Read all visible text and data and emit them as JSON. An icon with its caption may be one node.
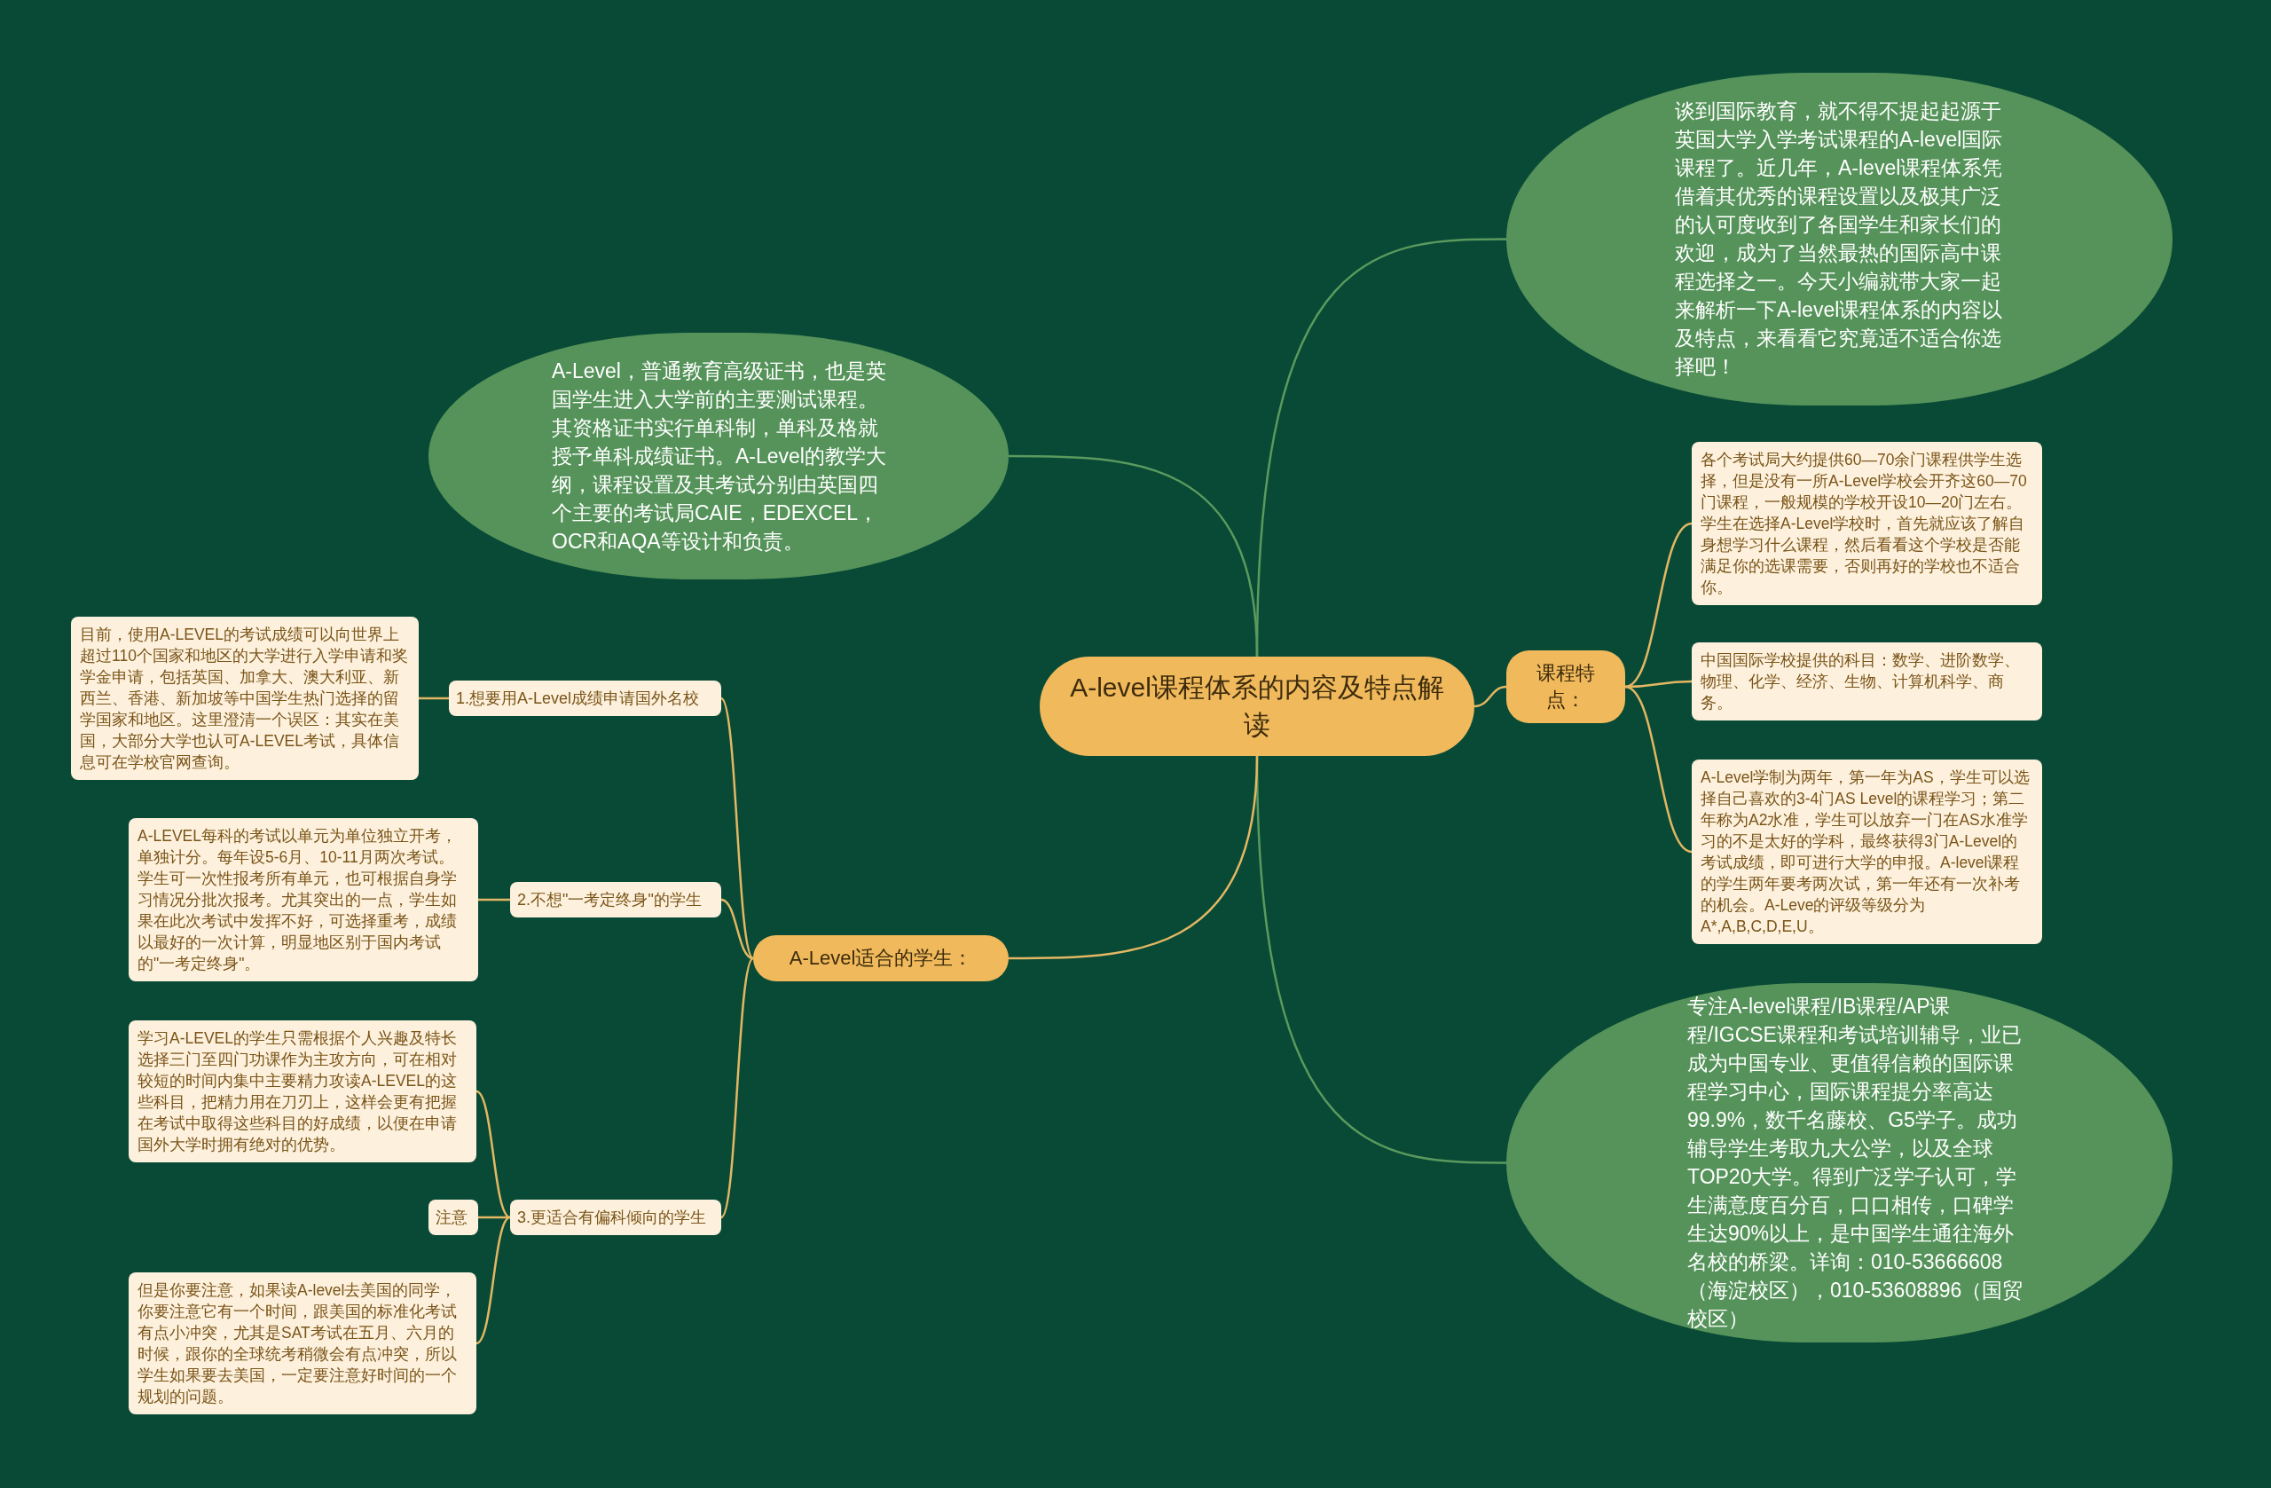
{
  "diagram": {
    "nodes": [
      {
        "text": [
          "A-level课程体系的内容及特点解读"
        ]
      },
      {
        "text": [
          "谈到国际教育，就不得不提起起源于英国大学入学考试课程的A-level国际课程了。近几年，A-level课程体系凭借着其优秀的课程设置以及极其广泛的认可度收到了各国学生和家长们的欢迎，成为了当然最热的国际高中课程选择之一。今天小编就带大家一起来解析一下A-level课程体系的内容以及特点，来看看它究竟适不适合你选择吧！"
        ]
      },
      {
        "text": [
          "课程特点："
        ]
      },
      {
        "text": [
          "各个考试局大约提供60—70余门课程供学生选择，但是没有一所A-Level学校会开齐这60—70门课程，一般规模的学校开设10—20门左右。学生在选择A-Level学校时，首先就应该了解自身想学习什么课程，然后看看这个学校是否能满足你的选课需要，否则再好的学校也不适合你。"
        ]
      },
      {
        "text": [
          "中国国际学校提供的科目：数学、进阶数学、物理、化学、经济、生物、计算机科学、商务。"
        ]
      },
      {
        "text": [
          "A-Level学制为两年，第一年为AS，学生可以选择自己喜欢的3-4门AS Level的课程学习；第二年称为A2水准，学生可以放弃一门在AS水准学习的不是太好的学科，最终获得3门A-Level的考试成绩，即可进行大学的申报。A-level课程的学生两年要考两次试，第一年还有一次补考的机会。A-Leve的评级等级分为A*,A,B,C,D,E,U。"
        ]
      },
      {
        "text": [
          "专注A-level课程/IB课程/AP课程/IGCSE课程和考试培训辅导，业已成为中国专业、更值得信赖的国际课程学习中心，国际课程提分率高达99.9%，数千名藤校、G5学子。成功辅导学生考取九大公学，以及全球TOP20大学。得到广泛学子认可，学生满意度百分百，口口相传，口碑学生达90%以上，是中国学生通往海外名校的桥梁。详询：010-53666608（海淀校区），010-53608896（国贸校区）"
        ]
      },
      {
        "text": [
          "A-Level，普通教育高级证书，也是英国学生进入大学前的主要测试课程。其资格证书实行单科制，单科及格就授予单科成绩证书。A-Level的教学大纲，课程设置及其考试分别由英国四个主要的考试局CAIE，EDEXCEL，OCR和AQA等设计和负责。"
        ]
      },
      {
        "text": [
          "A-Level适合的学生："
        ]
      },
      {
        "text": [
          "1.想要用A-Level成绩申请国外名校"
        ]
      },
      {
        "text": [
          "目前，使用A-LEVEL的考试成绩可以向世界上超过110个国家和地区的大学进行入学申请和奖学金申请，包括英国、加拿大、澳大利亚、新西兰、香港、新加坡等中国学生热门选择的留学国家和地区。这里澄清一个误区：其实在美国，大部分大学也认可A-LEVEL考试，具体信息可在学校官网查询。"
        ]
      },
      {
        "text": [
          "2.不想\"一考定终身\"的学生"
        ]
      },
      {
        "text": [
          "A-LEVEL每科的考试以单元为单位独立开考，单独计分。每年设5-6月、10-11月两次考试。学生可一次性报考所有单元，也可根据自身学习情况分批次报考。尤其突出的一点，学生如果在此次考试中发挥不好，可选择重考，成绩以最好的一次计算，明显地区别于国内考试的\"一考定终身\"。"
        ]
      },
      {
        "text": [
          "3.更适合有偏科倾向的学生"
        ]
      },
      {
        "text": [
          "学习A-LEVEL的学生只需根据个人兴趣及特长选择三门至四门功课作为主攻方向，可在相对较短的时间内集中主要精力攻读A-LEVEL的这些科目，把精力用在刀刃上，这样会更有把握在考试中取得这些科目的好成绩，以便在申请国外大学时拥有绝对的优势。"
        ]
      },
      {
        "text": [
          "注意"
        ]
      },
      {
        "text": [
          "但是你要注意，如果读A-level去美国的同学，你要注意它有一个时间，跟美国的标准化考试有点小冲突，尤其是SAT考试在五月、六月的时候，跟你的全球统考稍微会有点冲突，所以学生如果要去美国，一定要注意好时间的一个规划的问题。"
        ]
      }
    ],
    "edges": [
      {
        "from": 0,
        "to": 1,
        "arrow": "none",
        "color": "#5a9a5e"
      },
      {
        "from": 0,
        "to": 2,
        "arrow": "none"
      },
      {
        "from": 2,
        "to": 3,
        "arrow": "none"
      },
      {
        "from": 2,
        "to": 4,
        "arrow": "none"
      },
      {
        "from": 2,
        "to": 5,
        "arrow": "none"
      },
      {
        "from": 0,
        "to": 6,
        "arrow": "none",
        "color": "#5a9a5e"
      },
      {
        "from": 0,
        "to": 7,
        "arrow": "none",
        "color": "#5a9a5e"
      },
      {
        "from": 0,
        "to": 8,
        "arrow": "none"
      },
      {
        "from": 8,
        "to": 9,
        "arrow": "none"
      },
      {
        "from": 9,
        "to": 10,
        "arrow": "none"
      },
      {
        "from": 8,
        "to": 11,
        "arrow": "none"
      },
      {
        "from": 11,
        "to": 12,
        "arrow": "none"
      },
      {
        "from": 8,
        "to": 13,
        "arrow": "none"
      },
      {
        "from": 13,
        "to": 14,
        "arrow": "none"
      },
      {
        "from": 13,
        "to": 15,
        "arrow": "none"
      },
      {
        "from": 13,
        "to": 16,
        "arrow": "none"
      }
    ]
  }
}
